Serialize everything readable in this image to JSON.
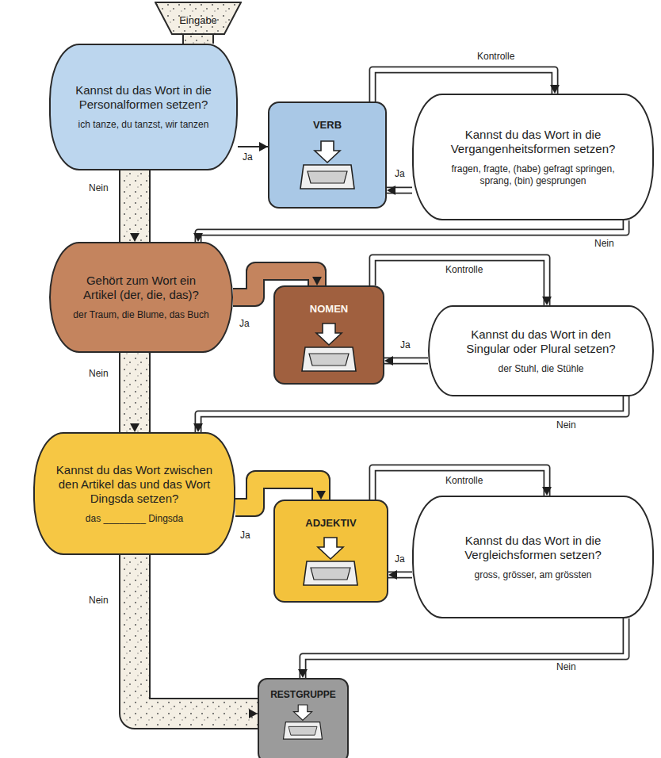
{
  "diagram": {
    "nodes": [
      {
        "text": [
          "Eingabe"
        ]
      },
      {
        "text": [
          "Kannst du das Wort in die Personalformen setzen?",
          "ich tanze, du tanzst, wir tanzen"
        ]
      },
      {
        "text": [
          "VERB"
        ]
      },
      {
        "text": [
          "Kannst du das Wort in die Vergangenheitsformen setzen?",
          "fragen, fragte, (habe) gefragt springen, sprang, (bin) gesprungen"
        ]
      },
      {
        "text": [
          "Gehört zum Wort ein Artikel (der, die, das)?",
          "der Traum, die Blume, das Buch"
        ]
      },
      {
        "text": [
          "NOMEN"
        ]
      },
      {
        "text": [
          "Kannst du das Wort in den Singular oder Plural setzen?",
          "der Stuhl, die Stühle"
        ]
      },
      {
        "text": [
          "Kannst du das Wort zwischen den Artikel das und das Wort Dingsda setzen?",
          "das ________ Dingsda"
        ]
      },
      {
        "text": [
          "ADJEKTIV"
        ]
      },
      {
        "text": [
          "Kannst du das Wort in die Vergleichsformen setzen?",
          "gross, grösser, am grössten"
        ]
      },
      {
        "text": [
          "RESTGRUPPE"
        ]
      }
    ],
    "edges": [
      {
        "from": 0,
        "to": 1,
        "arrow": "none"
      },
      {
        "from": 1,
        "to": 2,
        "label": "Ja",
        "arrow": "to"
      },
      {
        "from": 2,
        "to": 3,
        "label": "Kontrolle",
        "arrow": "to"
      },
      {
        "from": 3,
        "to": 2,
        "label": "Ja",
        "arrow": "to"
      },
      {
        "from": 1,
        "to": 4,
        "label": "Nein",
        "arrow": "to"
      },
      {
        "from": 3,
        "to": 4,
        "label": "Nein",
        "arrow": "to"
      },
      {
        "from": 4,
        "to": 5,
        "label": "Ja",
        "arrow": "to"
      },
      {
        "from": 5,
        "to": 6,
        "label": "Kontrolle",
        "arrow": "to"
      },
      {
        "from": 6,
        "to": 5,
        "label": "Ja",
        "arrow": "to"
      },
      {
        "from": 4,
        "to": 7,
        "label": "Nein",
        "arrow": "to"
      },
      {
        "from": 6,
        "to": 7,
        "label": "Nein",
        "arrow": "to"
      },
      {
        "from": 7,
        "to": 8,
        "label": "Ja",
        "arrow": "to"
      },
      {
        "from": 8,
        "to": 9,
        "label": "Kontrolle",
        "arrow": "to"
      },
      {
        "from": 9,
        "to": 8,
        "label": "Ja",
        "arrow": "to"
      },
      {
        "from": 7,
        "to": 10,
        "label": "Nein",
        "arrow": "to"
      },
      {
        "from": 9,
        "to": 10,
        "label": "Nein",
        "arrow": "to"
      }
    ]
  }
}
